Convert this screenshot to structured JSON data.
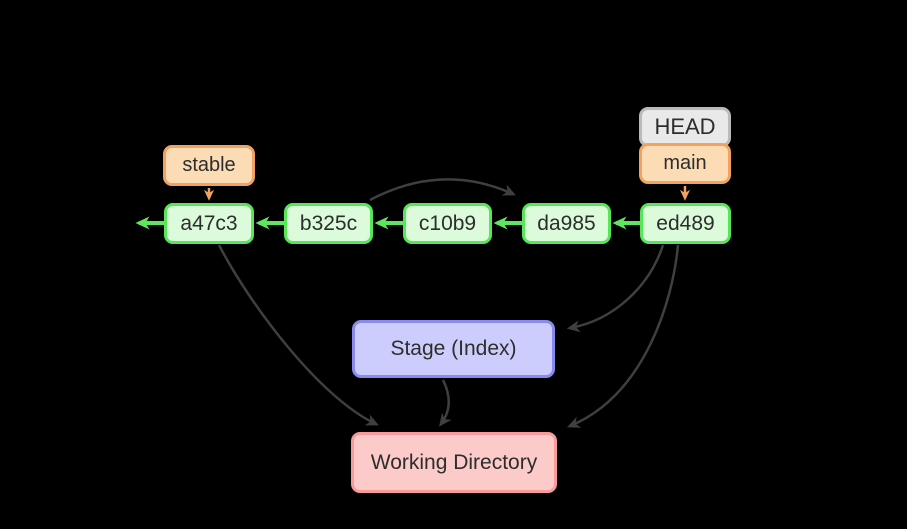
{
  "diagram_type": "git-commit-graph",
  "colors": {
    "background": "#000000",
    "commit_border": "#57e657",
    "commit_fill": "#dbfbdb",
    "branch_border": "#f2a35f",
    "branch_fill": "#fcdcb4",
    "head_border": "#bababa",
    "head_fill": "#e9e9e9",
    "stage_border": "#8a8aee",
    "stage_fill": "#cdcdfd",
    "working_border": "#f79b9b",
    "working_fill": "#fdcaca",
    "commit_edge": "#5fe65f",
    "ref_edge": "#f2a35f",
    "flow_edge": "#3f3f3f",
    "text": "#2d2d2d"
  },
  "commits": [
    {
      "id": "a47c3"
    },
    {
      "id": "b325c"
    },
    {
      "id": "c10b9"
    },
    {
      "id": "da985"
    },
    {
      "id": "ed489"
    }
  ],
  "refs": {
    "stable": "stable",
    "head": "HEAD",
    "main": "main"
  },
  "areas": {
    "stage": "Stage (Index)",
    "working_directory": "Working Directory"
  },
  "edges": {
    "commit_parent_links": [
      "a47c3 -> (older history, off-canvas left)",
      "b325c -> a47c3",
      "c10b9 -> b325c",
      "da985 -> c10b9",
      "ed489 -> da985"
    ],
    "ref_links": [
      "stable -> a47c3",
      "main -> ed489"
    ],
    "flow_links": [
      "b325c -> da985 (arc over c10b9)",
      "a47c3 -> Working Directory",
      "ed489 -> Stage (Index)",
      "ed489 -> Working Directory",
      "Stage (Index) -> Working Directory"
    ]
  }
}
